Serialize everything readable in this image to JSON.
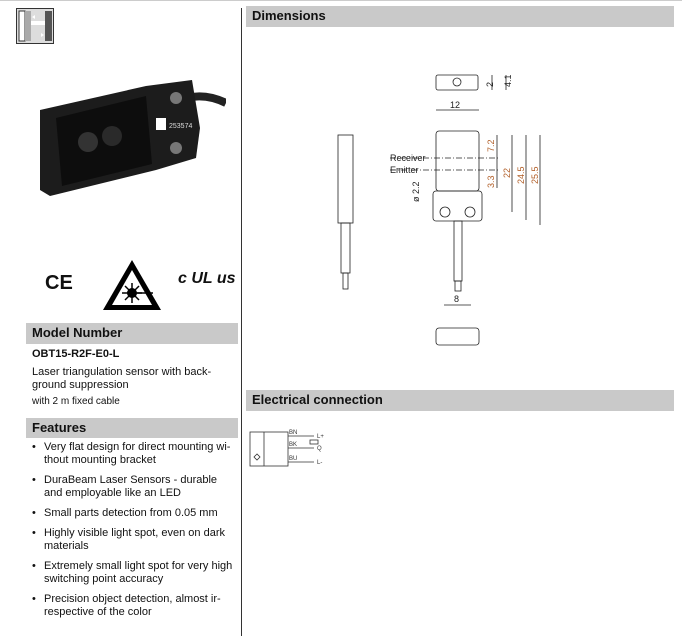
{
  "left": {
    "model_header": "Model Number",
    "model": "OBT15-R2F-E0-L",
    "description": "Laser triangulation sensor with back-ground suppression",
    "cable": "with 2 m fixed cable",
    "features_header": "Features",
    "features": [
      "Very flat design for direct mounting wi-thout mounting bracket",
      "DuraBeam Laser Sensors - durable and employable like an LED",
      "Small parts detection from 0.05 mm",
      "Highly visible light spot, even on dark materials",
      "Extremely small light spot for very high switching point accuracy",
      "Precision object detection, almost ir-respective of the color"
    ],
    "product_label": "253574",
    "cert_ce": "CE",
    "cert_ul": "c UL us"
  },
  "right": {
    "dimensions_header": "Dimensions",
    "dim": {
      "w12": "12",
      "d2": "2",
      "d41": "4.1",
      "d72": "7.2",
      "d33": "3.3",
      "d22": "22",
      "d245": "24.5",
      "d255": "25.5",
      "hole": "ø 2.2",
      "cable8": "8",
      "receiver": "Receiver",
      "emitter": "Emitter"
    },
    "electrical_header": "Electrical connection",
    "wires": {
      "bn": "BN",
      "bk": "BK",
      "bu": "BU",
      "lplus": "L+",
      "q": "Q",
      "lminus": "L-"
    }
  }
}
